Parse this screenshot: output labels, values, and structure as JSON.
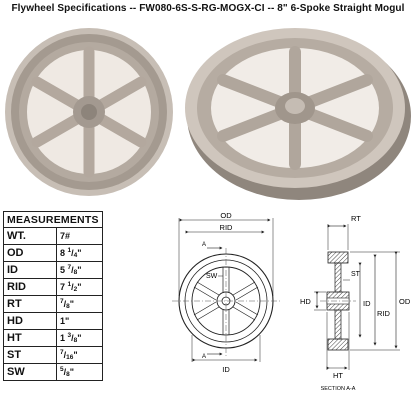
{
  "title": "Flywheel Specifications -- FW080-6S-S-RG-MOGX-CI -- 8\" 6-Spoke Straight Mogul",
  "table": {
    "header": "MEASUREMENTS",
    "rows": [
      {
        "key": "WT.",
        "whole": "7#",
        "num": "",
        "den": ""
      },
      {
        "key": "OD",
        "whole": "8",
        "num": "1",
        "den": "4",
        "tail": "\""
      },
      {
        "key": "ID",
        "whole": "5",
        "num": "7",
        "den": "8",
        "tail": "\""
      },
      {
        "key": "RID",
        "whole": "7",
        "num": "1",
        "den": "2",
        "tail": "\""
      },
      {
        "key": "RT",
        "whole": "",
        "num": "7",
        "den": "8",
        "tail": "\""
      },
      {
        "key": "HD",
        "whole": "1\"",
        "num": "",
        "den": ""
      },
      {
        "key": "HT",
        "whole": "1",
        "num": "3",
        "den": "8",
        "tail": "\""
      },
      {
        "key": "ST",
        "whole": "",
        "num": "7",
        "den": "16",
        "tail": "\""
      },
      {
        "key": "SW",
        "whole": "",
        "num": "5",
        "den": "8",
        "tail": "\""
      }
    ]
  },
  "drawing": {
    "labels": {
      "od": "OD",
      "rid": "RID",
      "sw": "SW",
      "id": "ID",
      "a_top": "A",
      "a_bottom": "A",
      "rt": "RT",
      "st": "ST",
      "hd": "HD",
      "rid_side": "RID",
      "od_side": "OD",
      "id_side": "ID",
      "ht": "HT",
      "section": "SECTION A-A"
    }
  },
  "colors": {
    "casting": "#b7aca2",
    "casting_dark": "#7f766e",
    "casting_light": "#d6ccc2",
    "hatch": "#444444"
  }
}
